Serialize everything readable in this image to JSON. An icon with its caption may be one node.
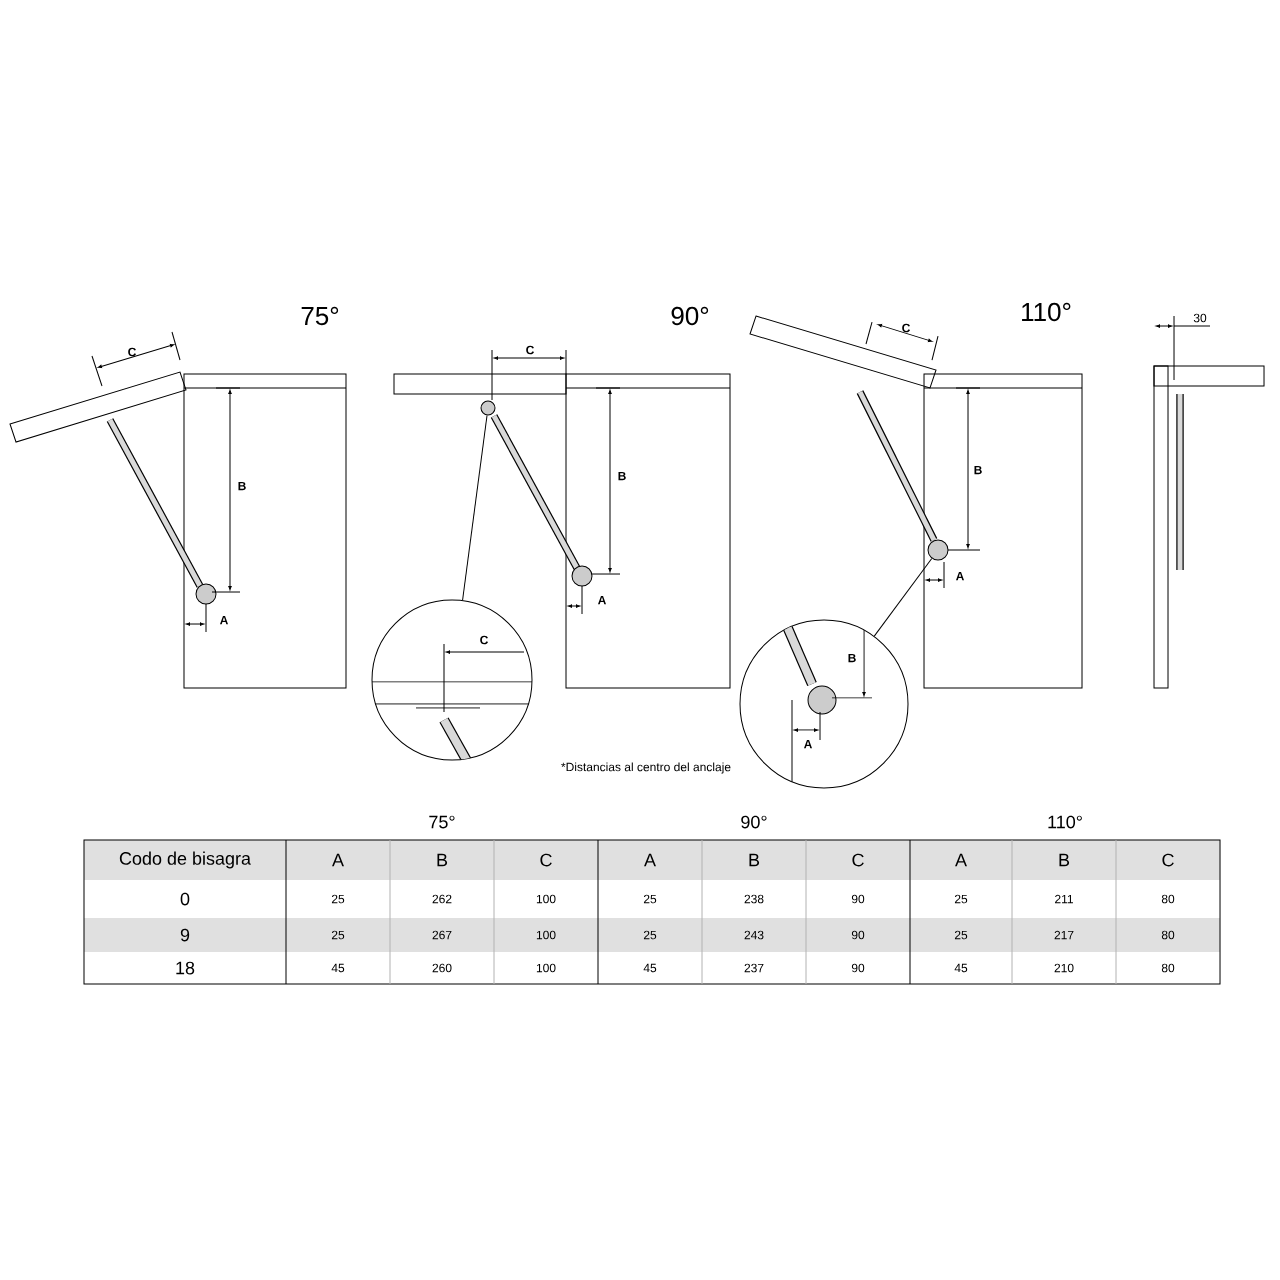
{
  "diagram": {
    "nodes": [
      {
        "text": [
          "C"
        ]
      },
      {
        "text": [],
        "shape": "circle"
      },
      {
        "text": [
          "B",
          "A"
        ]
      },
      {
        "text": [],
        "shape": "circle"
      }
    ],
    "edges": [
      {
        "from": 1,
        "to": 0,
        "arrow": "none"
      },
      {
        "from": 3,
        "to": 2,
        "arrow": "none"
      }
    ],
    "labels": [
      "75°",
      "90°",
      "110°",
      "30",
      "C",
      "C",
      "C",
      "B",
      "B",
      "B",
      "A",
      "A",
      "A",
      "*Distancias al centro del anclaje",
      "75°",
      "90°",
      "110°",
      "Codo de bisagra",
      "A",
      "B",
      "C",
      "A",
      "B",
      "C",
      "A",
      "B",
      "C",
      "0",
      "25",
      "262",
      "100",
      "25",
      "238",
      "90",
      "25",
      "211",
      "80",
      "9",
      "25",
      "267",
      "100",
      "25",
      "243",
      "90",
      "25",
      "217",
      "80",
      "18",
      "45",
      "260",
      "100",
      "45",
      "237",
      "90",
      "45",
      "210",
      "80"
    ]
  }
}
